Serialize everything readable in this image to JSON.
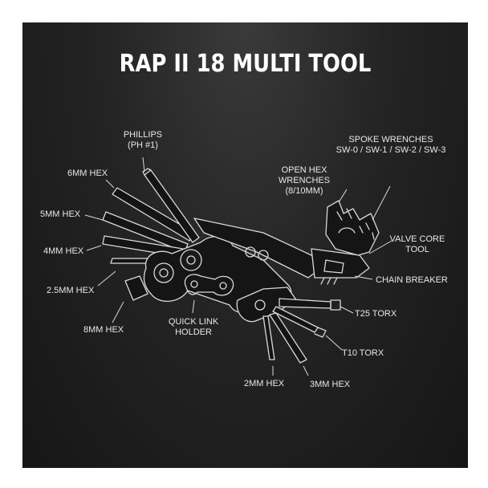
{
  "title": "RAP II 18 MULTI TOOL",
  "labels": {
    "phillips": [
      "PHILLIPS",
      "(PH #1)"
    ],
    "hex6": "6MM HEX",
    "hex5": "5MM HEX",
    "hex4": "4MM HEX",
    "hex25": "2.5MM HEX",
    "hex8": "8MM HEX",
    "quicklink": [
      "QUICK LINK",
      "HOLDER"
    ],
    "openhex": [
      "OPEN HEX",
      "WRENCHES",
      "(8/10MM)"
    ],
    "spoke": [
      "SPOKE WRENCHES",
      "SW-0 / SW-1 / SW-2 / SW-3"
    ],
    "valve": [
      "VALVE CORE",
      "TOOL"
    ],
    "chain": "CHAIN BREAKER",
    "t25": "T25 TORX",
    "t10": "T10 TORX",
    "hex2": "2MM HEX",
    "hex3": "3MM HEX"
  },
  "colors": {
    "background": "#1c1c1c",
    "text": "#e8e8e8",
    "lines": "#d9d9d9"
  }
}
